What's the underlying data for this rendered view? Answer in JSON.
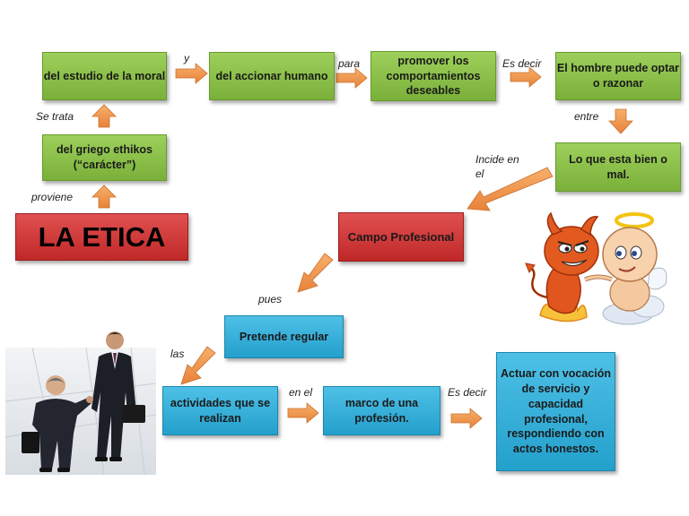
{
  "boxes": {
    "etica": "LA ETICA",
    "griego": "del griego ethikos (“carácter”)",
    "estudio": "del estudio de la moral",
    "accionar": "del accionar humano",
    "promover": "promover los comportamientos deseables",
    "hombre": "El hombre puede optar o razonar",
    "bienmal": "Lo que esta bien o mal.",
    "campo": "Campo Profesional",
    "pretende": "Pretende regular",
    "actividades": "actividades que se realizan",
    "marco": "marco de una profesión.",
    "actuar": "Actuar con vocación de servicio y capacidad profesional, respondiendo con actos honestos."
  },
  "labels": {
    "proviene": "proviene",
    "setrata": "Se trata",
    "y": "y",
    "para": "para",
    "esdecir1": "Es decir",
    "entre": "entre",
    "incide": "Incide en el",
    "pues": "pues",
    "las": "las",
    "enel": "en el",
    "esdecir2": "Es decir"
  },
  "colors": {
    "green": "#8bc34a",
    "red": "#d03a3a",
    "blue": "#2aaad6",
    "arrow": "#f0964a"
  }
}
